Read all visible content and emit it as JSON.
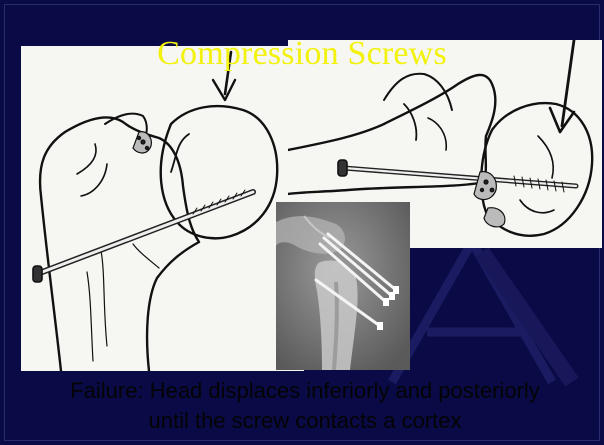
{
  "slide": {
    "title": "Compression Screws",
    "caption": {
      "line1": "Failure:  Head displaces inferiorly and posteriorly",
      "line2": "until the screw contacts a cortex"
    },
    "colors": {
      "background": "#0a0a46",
      "title": "#f2f20c",
      "caption": "#040404",
      "illustration_paper": "#f6f6f2"
    }
  },
  "figures": [
    {
      "id": "left",
      "kind": "line drawing",
      "icon": "femur-drawing"
    },
    {
      "id": "right",
      "kind": "line drawing",
      "icon": "femur-drawing"
    },
    {
      "id": "xray",
      "kind": "radiograph",
      "icon": "xray-photo"
    }
  ]
}
